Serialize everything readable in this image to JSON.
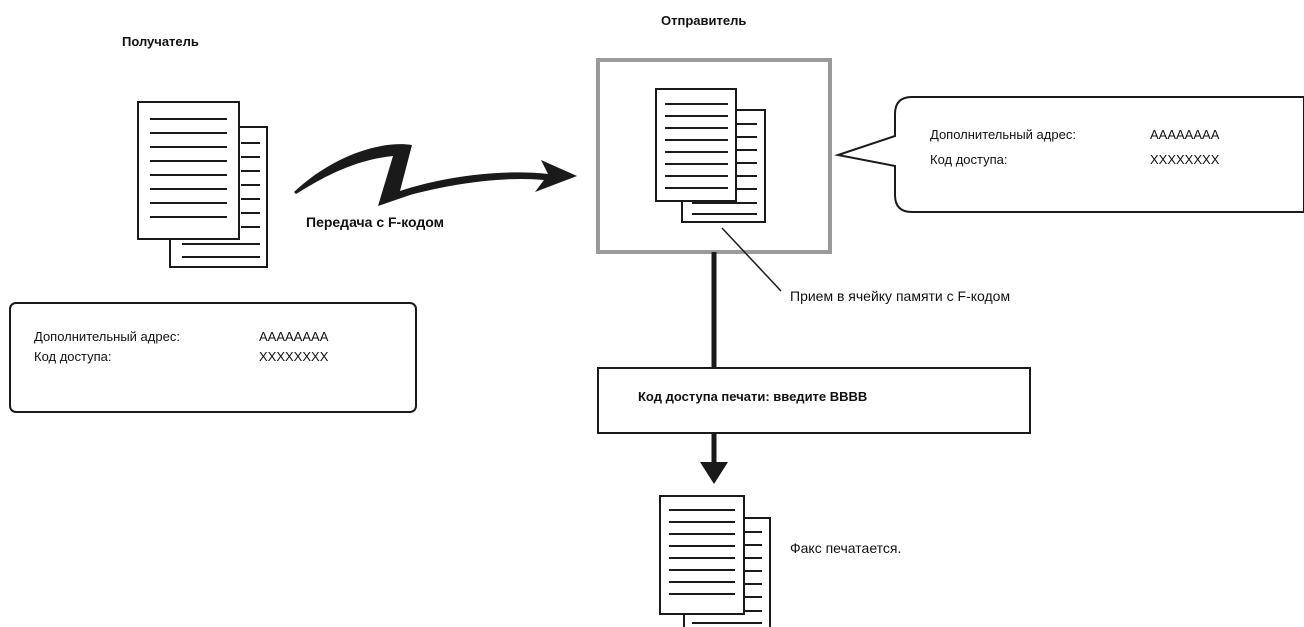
{
  "receiver": {
    "heading": "Получатель",
    "info": {
      "subaddress_label": "Дополнительный адрес:",
      "subaddress_value": "AAAAAAAA",
      "passcode_label": "Код доступа:",
      "passcode_value": "XXXXXXXX"
    }
  },
  "sender": {
    "heading": "Отправитель",
    "info": {
      "subaddress_label": "Дополнительный адрес:",
      "subaddress_value": "AAAAAAAA",
      "passcode_label": "Код доступа:",
      "passcode_value": "XXXXXXXX"
    }
  },
  "transmission_label": "Передача с F-кодом",
  "memory_box_label": "Прием в ячейку памяти с F-кодом",
  "print_passcode_label": "Код доступа печати: введите BBBB",
  "fax_printed_label": "Факс печатается.",
  "colors": {
    "frame_gray": "#9a9a9a",
    "stroke": "#1a1a1a"
  },
  "icons": [
    "document-stack-icon",
    "arrow-right-icon",
    "arrow-down-icon"
  ]
}
